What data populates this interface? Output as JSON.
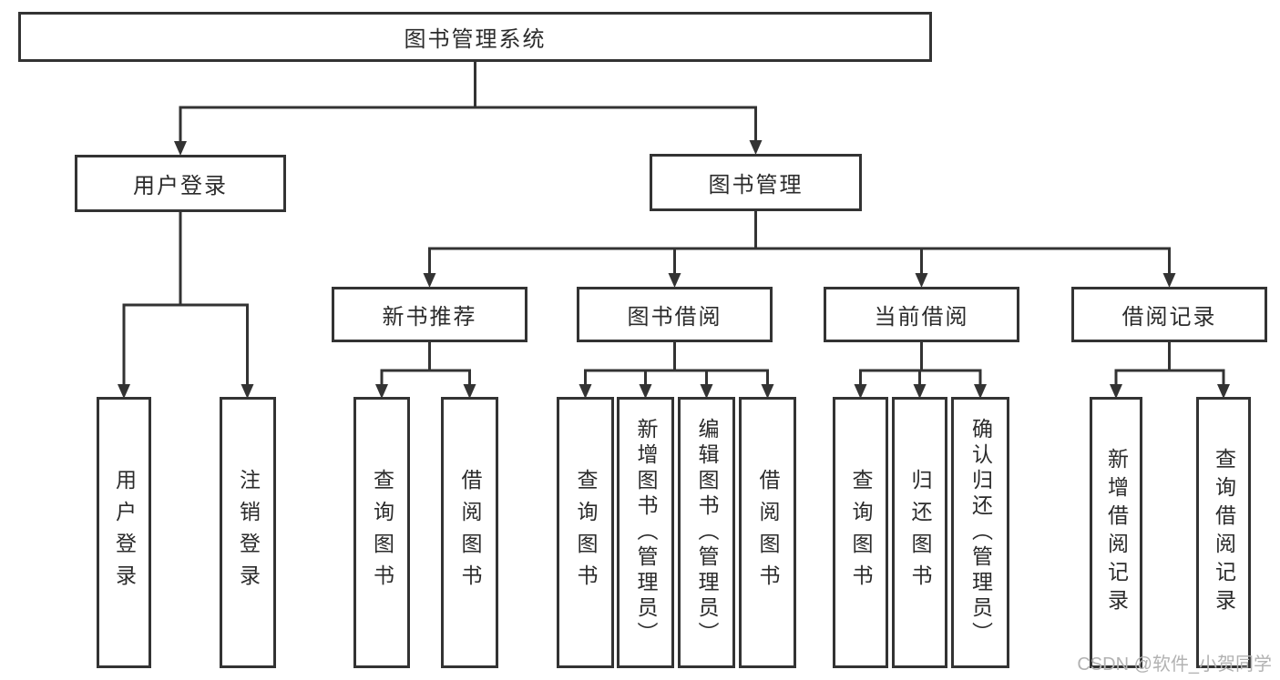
{
  "colors": {
    "line": "#333333",
    "text": "#2b2b2b",
    "watermark": "#b2b2b2",
    "background": "#ffffff"
  },
  "watermark": {
    "text": "CSDN @软件_小贺同学"
  },
  "tree": {
    "root": {
      "label": "图书管理系统"
    },
    "children": [
      {
        "label": "用户登录",
        "children": [
          {
            "label": "用户登录"
          },
          {
            "label": "注销登录"
          }
        ]
      },
      {
        "label": "图书管理",
        "children": [
          {
            "label": "新书推荐",
            "children": [
              {
                "label": "查询图书"
              },
              {
                "label": "借阅图书"
              }
            ]
          },
          {
            "label": "图书借阅",
            "children": [
              {
                "label": "查询图书"
              },
              {
                "label": "新增图书（管理员）"
              },
              {
                "label": "编辑图书（管理员）"
              },
              {
                "label": "借阅图书"
              }
            ]
          },
          {
            "label": "当前借阅",
            "children": [
              {
                "label": "查询图书"
              },
              {
                "label": "归还图书"
              },
              {
                "label": "确认归还（管理员）"
              }
            ]
          },
          {
            "label": "借阅记录",
            "children": [
              {
                "label": "新增借阅记录"
              },
              {
                "label": "查询借阅记录"
              }
            ]
          }
        ]
      }
    ]
  }
}
